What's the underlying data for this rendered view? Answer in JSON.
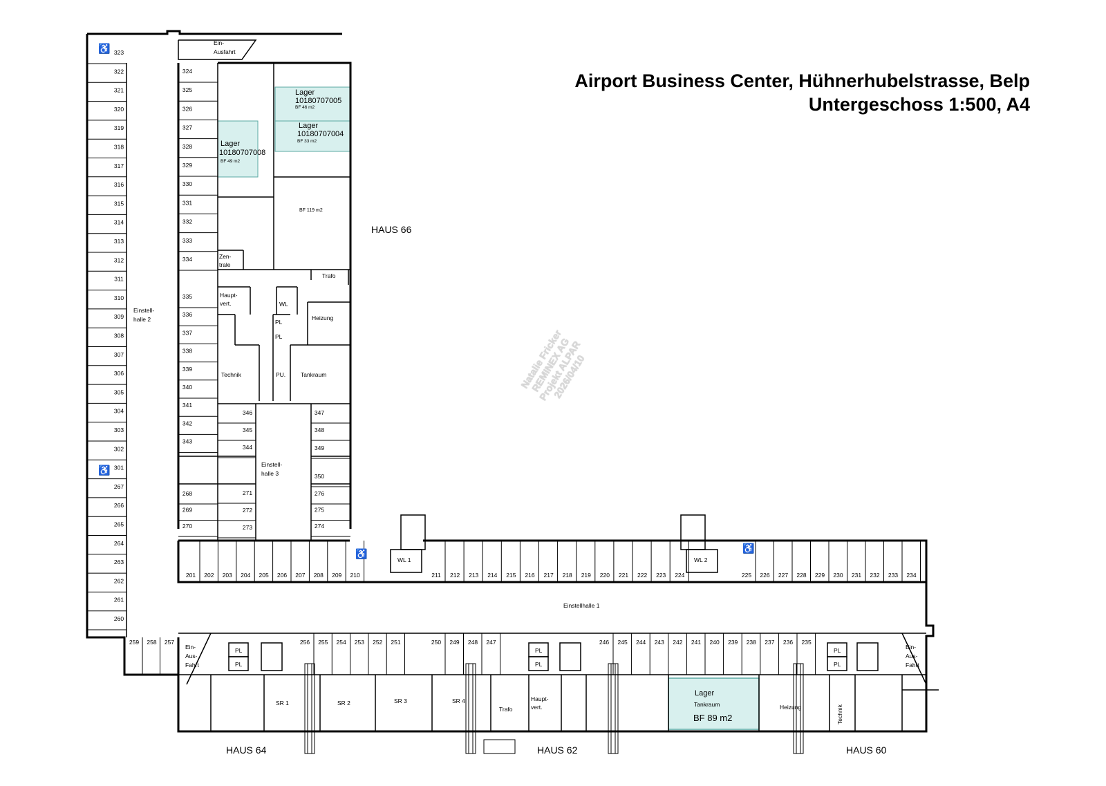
{
  "title": "Airport Business Center, Hühnerhubelstrasse, Belp",
  "subtitle": "Untergeschoss 1:500, A4",
  "watermark": [
    "Natalie Fricker",
    "REMINEX AG",
    "Projekt ALPAR",
    "2026/04/10"
  ],
  "colors": {
    "highlight_fill": "#d8f0ee",
    "highlight_stroke": "#5aa9a3",
    "wall": "#000000"
  },
  "buildings": {
    "h66": "HAUS 66",
    "h64": "HAUS 64",
    "h62": "HAUS 62",
    "h60": "HAUS 60"
  },
  "halls": {
    "halle2_a": "Einstell-",
    "halle2_b": "halle 2",
    "halle3_a": "Einstell-",
    "halle3_b": "halle 3",
    "halle1": "Einstellhalle 1"
  },
  "entrances": {
    "top_a": "Ein-",
    "top_b": "Ausfahrt",
    "left": [
      "Ein-",
      "Aus-",
      "Fahrt"
    ],
    "right": [
      "Ein-",
      "Aus-",
      "Fahrt"
    ]
  },
  "rooms": {
    "zentrale": [
      "Zen-",
      "trale"
    ],
    "trafo_top": "Trafo",
    "hauptvert_top": [
      "Haupt-",
      "vert."
    ],
    "wl": "WL",
    "pl_a": "PL",
    "pl_b": "PL",
    "heizung_top": "Heizung",
    "technik_top": "Technik",
    "pu": "PU.",
    "tankraum_top": "Tankraum",
    "wl1": "WL 1",
    "wl2": "WL 2",
    "sr1": "SR 1",
    "sr2": "SR 2",
    "sr3": "SR 3",
    "sr4": "SR 4",
    "trafo_bottom": "Trafo",
    "hauptvert_bottom": [
      "Haupt-",
      "vert."
    ],
    "heizung_bottom": "Heizung",
    "technik_bottom": "Technik",
    "pl_64a": "PL",
    "pl_64b": "PL",
    "pl_62a": "PL",
    "pl_62b": "PL",
    "pl_60a": "PL",
    "pl_60b": "PL",
    "bf119": "BF 119 m2"
  },
  "lagers": [
    {
      "name": "Lager",
      "id": "10180707005",
      "area": "BF 46 m2"
    },
    {
      "name": "Lager",
      "id": "10180707004",
      "area": "BF 33 m2"
    },
    {
      "name": "Lager",
      "id": "10180707008",
      "area": "BF 49 m2"
    },
    {
      "name": "Lager",
      "sub": "Tankraum",
      "area": "BF 89 m2"
    }
  ],
  "parking": {
    "left_column": [
      "323",
      "322",
      "321",
      "320",
      "319",
      "318",
      "317",
      "316",
      "315",
      "314",
      "313",
      "312",
      "311",
      "310",
      "309",
      "308",
      "307",
      "306",
      "305",
      "304",
      "303",
      "302",
      "301",
      "267",
      "266",
      "265",
      "264",
      "263",
      "262",
      "261",
      "260"
    ],
    "col_324_334": [
      "324",
      "325",
      "326",
      "327",
      "328",
      "329",
      "330",
      "331",
      "332",
      "333",
      "334"
    ],
    "col_335_343": [
      "335",
      "336",
      "337",
      "338",
      "339",
      "340",
      "341",
      "342",
      "343"
    ],
    "col_268_270": [
      "268",
      "269",
      "270"
    ],
    "col_346_344": [
      "346",
      "345",
      "344"
    ],
    "col_271_273": [
      "271",
      "272",
      "273"
    ],
    "col_347_349": [
      "347",
      "348",
      "349",
      "350"
    ],
    "col_276_274": [
      "276",
      "275",
      "274"
    ],
    "row_201": [
      "201",
      "202",
      "203",
      "204",
      "205",
      "206",
      "207",
      "208",
      "209",
      "210"
    ],
    "row_211": [
      "211",
      "212",
      "213",
      "214",
      "215",
      "216",
      "217",
      "218",
      "219",
      "220",
      "221",
      "222",
      "223",
      "224"
    ],
    "row_225": [
      "225",
      "226",
      "227",
      "228",
      "229",
      "230",
      "231",
      "232",
      "233",
      "234"
    ],
    "row_259": [
      "259",
      "258",
      "257"
    ],
    "row_256": [
      "256",
      "255",
      "254",
      "253",
      "252",
      "251"
    ],
    "row_250": [
      "250",
      "249",
      "248",
      "247"
    ],
    "row_246": [
      "246",
      "245",
      "244",
      "243",
      "242",
      "241",
      "240",
      "239",
      "238",
      "237",
      "236",
      "235"
    ]
  }
}
